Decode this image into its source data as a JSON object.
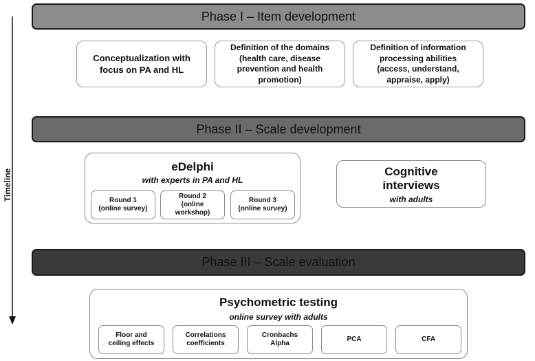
{
  "timeline": {
    "label": "Timeline"
  },
  "phase1": {
    "title": "Phase I – Item development",
    "color": "#8c8c8c",
    "boxes": [
      {
        "text": "Conceptualization with\nfocus on PA and HL"
      },
      {
        "text": "Definition of the domains\n(health care, disease\nprevention and health\npromotion)"
      },
      {
        "text": "Definition of information\nprocessing abilities\n(access, understand,\nappraise, apply)"
      }
    ]
  },
  "phase2": {
    "title": "Phase II – Scale development",
    "color": "#6b6b6b",
    "edelphi": {
      "title": "eDelphi",
      "subtitle": "with experts in PA and HL",
      "rounds": [
        {
          "label": "Round 1\n(online survey)"
        },
        {
          "label": "Round 2\n(online\nworkshop)"
        },
        {
          "label": "Round 3\n(online survey)"
        }
      ]
    },
    "cognitive": {
      "title": "Cognitive\ninterviews",
      "subtitle": "with adults"
    }
  },
  "phase3": {
    "title": "Phase III – Scale evaluation",
    "color": "#3a3a3a",
    "psychometric": {
      "title": "Psychometric testing",
      "subtitle": "online survey with adults",
      "methods": [
        {
          "label": "Floor and\nceiling effects"
        },
        {
          "label": "Correlations\ncoefficients"
        },
        {
          "label": "Cronbachs\nAlpha"
        },
        {
          "label": "PCA"
        },
        {
          "label": "CFA"
        }
      ]
    }
  }
}
